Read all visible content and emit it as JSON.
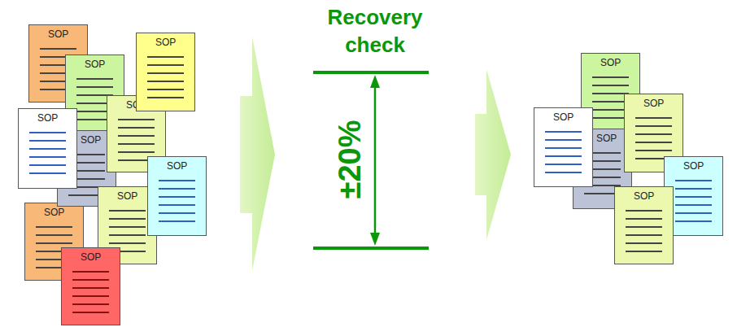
{
  "diagram": {
    "nodes": [
      {
        "text": [
          "SOP"
        ]
      },
      {
        "text": [
          "SOP"
        ]
      },
      {
        "text": [
          "SOP"
        ]
      },
      {
        "text": [
          "SOP"
        ]
      },
      {
        "text": [
          "SOP"
        ]
      },
      {
        "text": [
          "SOP"
        ]
      },
      {
        "text": [
          "SOP"
        ]
      },
      {
        "text": [
          "SOP"
        ]
      },
      {
        "text": [
          "SOP"
        ]
      },
      {
        "text": [
          "SOP"
        ]
      },
      {
        "text": [
          "SOP"
        ]
      },
      {
        "text": [
          "SOP"
        ]
      },
      {
        "text": [
          "SOP"
        ]
      },
      {
        "text": [
          "SOP"
        ]
      },
      {
        "text": [
          "SOP"
        ]
      },
      {
        "text": [
          "SOP"
        ]
      }
    ],
    "labels": [
      "Recovery check",
      "±20%"
    ]
  }
}
